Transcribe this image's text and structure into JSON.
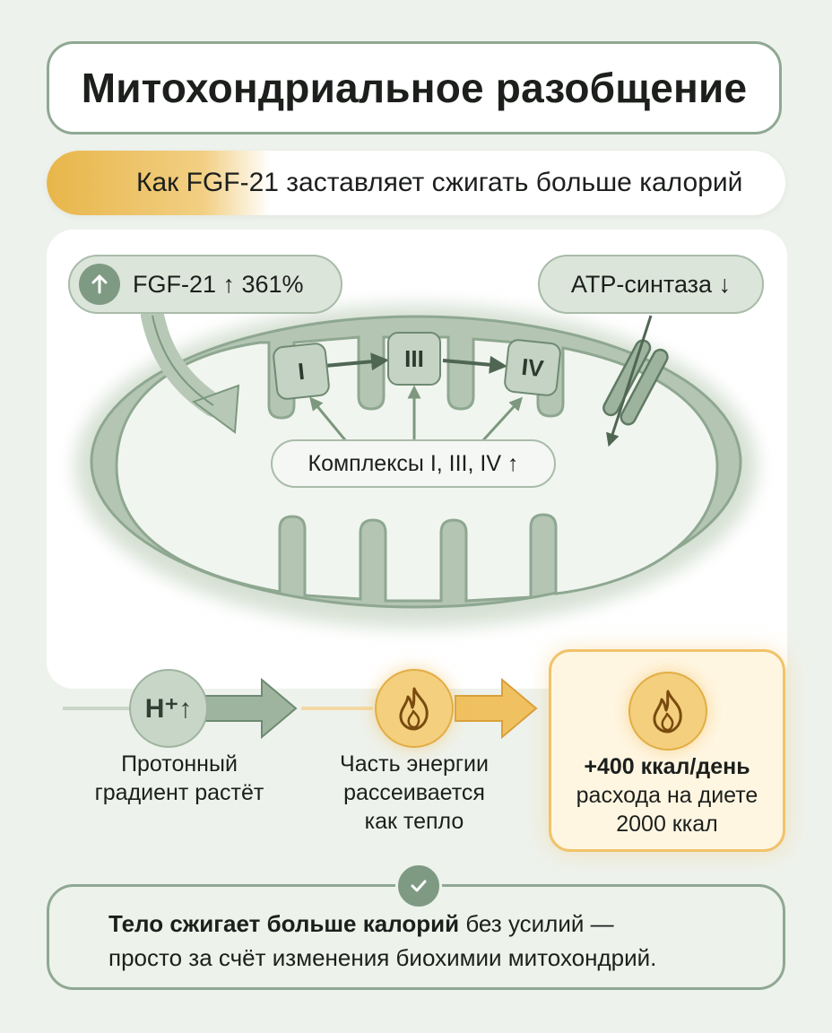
{
  "title": "Митохондриальное разобщение",
  "subtitle": {
    "highlight": "Как FGF-21",
    "rest": " заставляет сжигать больше калорий"
  },
  "top_labels": {
    "fgf": "FGF-21 ↑ 361%",
    "atp": "ATP-синтаза ↓"
  },
  "complexes": {
    "c1": "I",
    "c3": "III",
    "c4": "IV",
    "label": "Комплексы I, III, IV ↑"
  },
  "steps": [
    {
      "icon": "H⁺↑",
      "line1": "Протонный",
      "line2": "градиент растёт"
    },
    {
      "icon": "flame-icon",
      "line1": "Часть энергии",
      "line2": "рассеивается",
      "line3": "как тепло"
    }
  ],
  "result": {
    "line1": "+400 ккал/день",
    "line2": "расхода на диете",
    "line3": "2000 ккал"
  },
  "conclusion": {
    "bold": "Тело сжигает больше калорий",
    "rest1": " без усилий —",
    "line2": "просто за счёт изменения биохимии митохондрий."
  },
  "colors": {
    "green": "#7f9a83",
    "membrane": "#b7c8b6",
    "amber": "#e7a93c",
    "background": "#eef2ec"
  }
}
